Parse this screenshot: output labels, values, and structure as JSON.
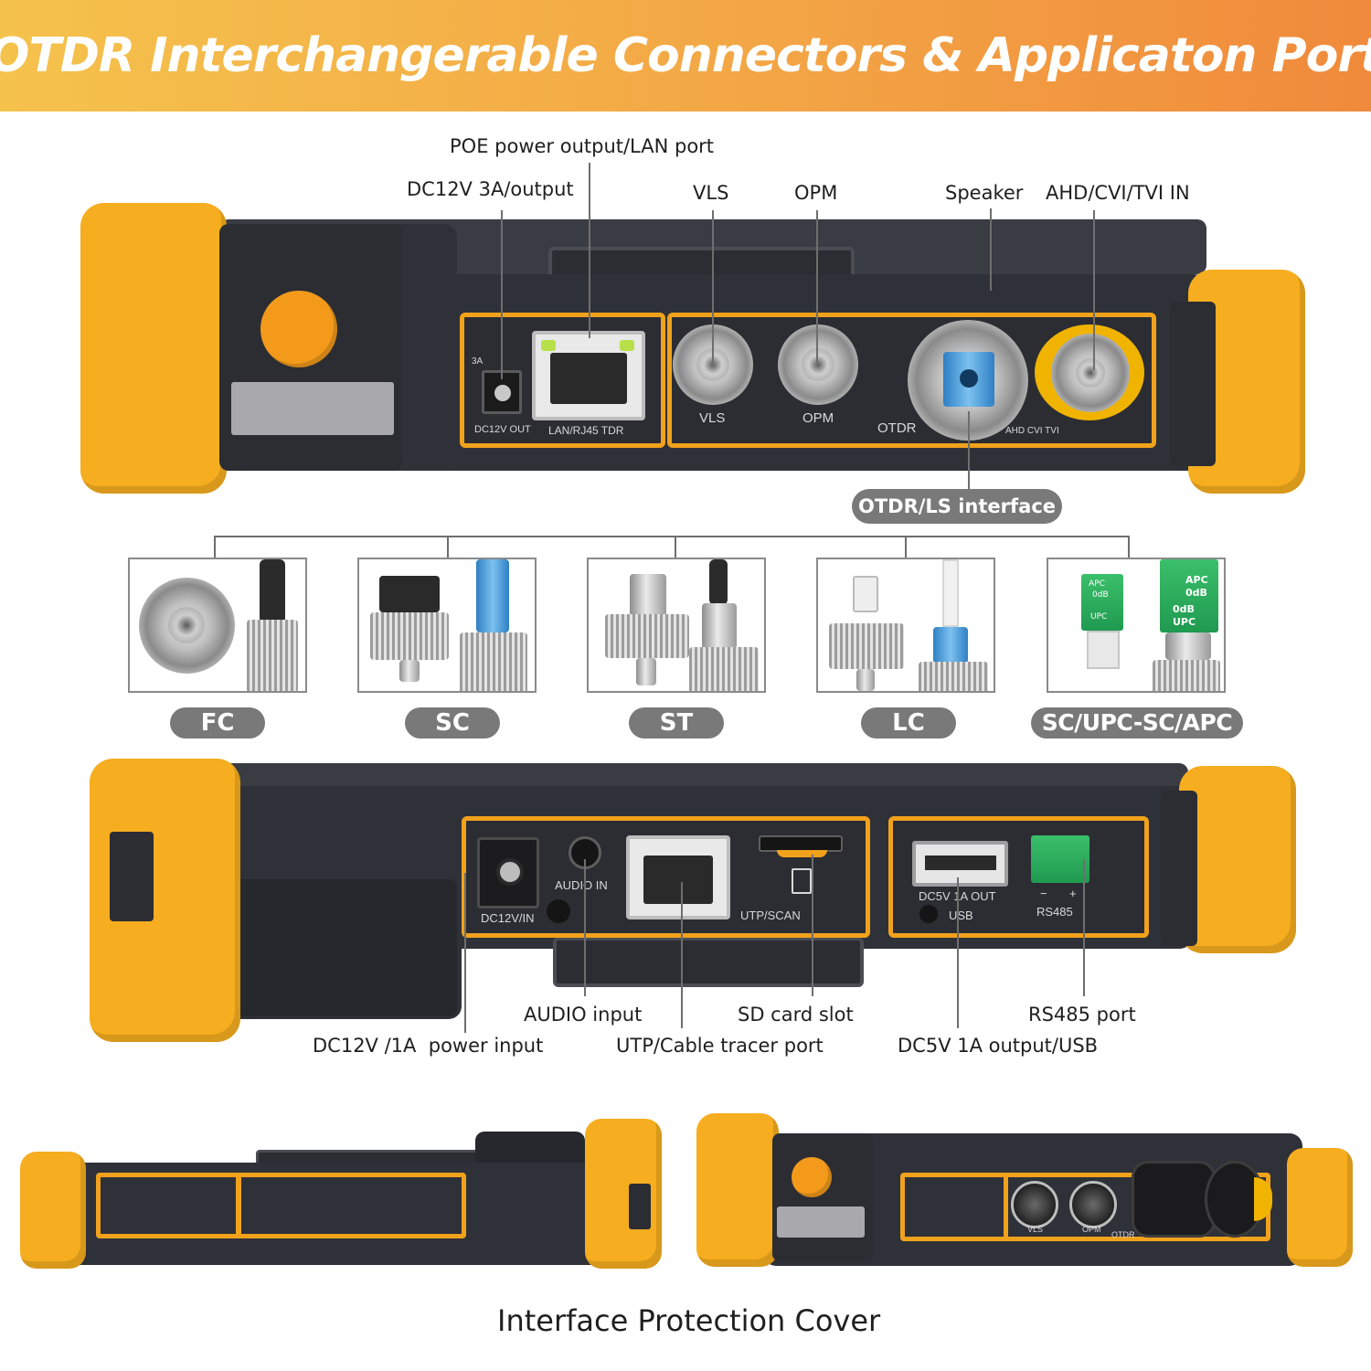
{
  "title": "OTDR Interchangerable Connectors & Applicaton Port",
  "top_device": {
    "callouts": {
      "poe": "POE power output/LAN port",
      "dc12v_out": "DC12V 3A/output",
      "vls": "VLS",
      "opm": "OPM",
      "speaker": "Speaker",
      "ahd": "AHD/CVI/TVI IN"
    },
    "panel_text": {
      "amp": "3A",
      "dc_out": "DC12V OUT",
      "lan": "LAN/RJ45 TDR",
      "vls": "VLS",
      "opm": "OPM",
      "otdr": "OTDR",
      "ahd": "AHD CVI TVI"
    },
    "interface_label": "OTDR/LS interface"
  },
  "connectors": [
    {
      "label": "FC"
    },
    {
      "label": "SC"
    },
    {
      "label": "ST"
    },
    {
      "label": "LC"
    },
    {
      "label": "SC/UPC-SC/APC"
    }
  ],
  "apc_text": {
    "apc": "APC",
    "odb": "0dB",
    "upc": "UPC",
    "bdb": "0dB"
  },
  "bottom_device": {
    "panel_text": {
      "dc_in": "DC12V/IN",
      "audio_in": "AUDIO IN",
      "utp": "UTP/SCAN",
      "dc5v": "DC5V 1A OUT",
      "usb": "USB",
      "rs485": "RS485",
      "minus": "−",
      "plus": "+"
    },
    "callouts": {
      "audio": "AUDIO input",
      "sd": "SD card slot",
      "rs485": "RS485 port",
      "dc12v": "DC12V /1A  power input",
      "utp": "UTP/Cable tracer port",
      "dc5v": "DC5V 1A output/USB"
    }
  },
  "cover_text": {
    "vls": "VLS",
    "opm": "OPM",
    "otdr": "OTDR"
  },
  "caption": "Interface Protection Cover",
  "colors": {
    "accent_orange": "#f6ad1f",
    "device_dark": "#2f3138",
    "pill_gray": "#797979"
  }
}
